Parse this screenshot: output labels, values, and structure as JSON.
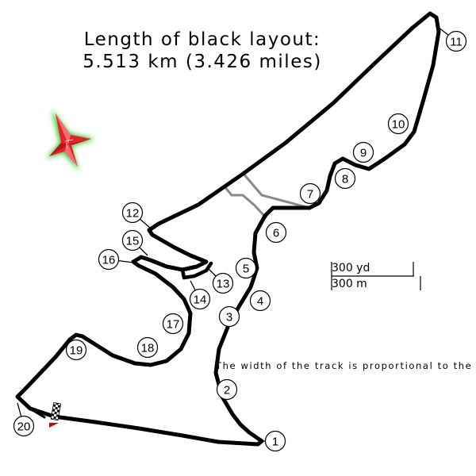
{
  "title": {
    "line1": "Length of black layout:",
    "line2": "5.513 km (3.426 miles)"
  },
  "note": "The width of the track is proportional to the circ",
  "scale": {
    "yards_label": "300 yd",
    "meters_label": "300 m"
  },
  "corners": [
    "1",
    "2",
    "3",
    "4",
    "5",
    "6",
    "7",
    "8",
    "9",
    "10",
    "11",
    "12",
    "13",
    "14",
    "15",
    "16",
    "17",
    "18",
    "19",
    "20"
  ],
  "compass": {
    "icon": "compass-star-icon",
    "colors": {
      "glow": "#22c022",
      "star": "#e8202a"
    }
  },
  "colors": {
    "track": "#000000",
    "alt_track": "#8a8a8a",
    "start_flag": "#d00000"
  }
}
